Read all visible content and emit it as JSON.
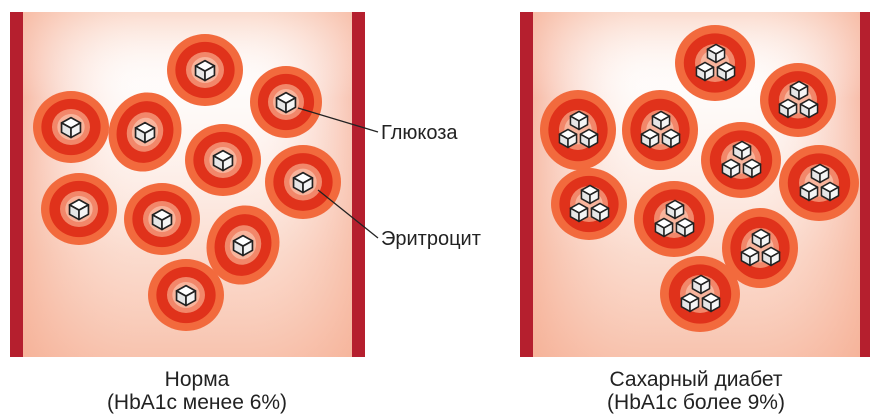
{
  "labels": {
    "glucose": "Глюкоза",
    "erythrocyte": "Эритроцит"
  },
  "panels": {
    "normal": {
      "line1": "Норма",
      "line2": "(HbA1c менее 6%)",
      "glucose_per_cell": 1
    },
    "diabetes": {
      "line1": "Сахарный диабет",
      "line2": "(HbA1c более 9%)",
      "glucose_per_cell": 3
    }
  },
  "colors": {
    "vessel_wall": "#b51f2e",
    "cell_outer": "#f26a3d",
    "cell_inner": "#e0321b",
    "plasma_tint": "#f39a7a"
  },
  "icons": [
    "glucose-cube-icon"
  ]
}
